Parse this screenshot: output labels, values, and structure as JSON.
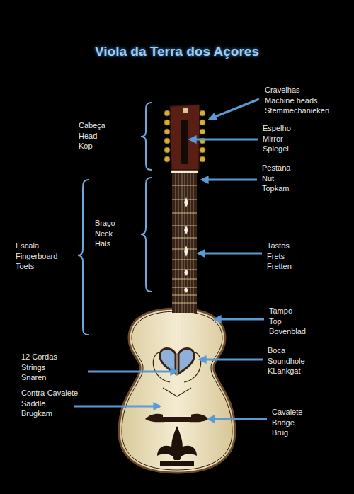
{
  "diagram": {
    "title": "Viola da Terra dos Açores",
    "labels": [
      "Cravelhas",
      "Machine heads",
      "Stemmechanieken",
      "Cabeça",
      "Head",
      "Kop",
      "Espelho",
      "Mirror",
      "Spiegel",
      "Pestana",
      "Nut",
      "Topkam",
      "Braço",
      "Neck",
      "Hals",
      "Escala",
      "Fingerboard",
      "Toets",
      "Tastos",
      "Frets",
      "Fretten",
      "Tampo",
      "Top",
      "Bovenblad",
      "12 Cordas",
      "Strings",
      "Snaren",
      "Boca",
      "Soundhole",
      "KLankgat",
      "Contra-Cavalete",
      "Saddle",
      "Brugkam",
      "Cavalete",
      "Bridge",
      "Brug"
    ]
  }
}
